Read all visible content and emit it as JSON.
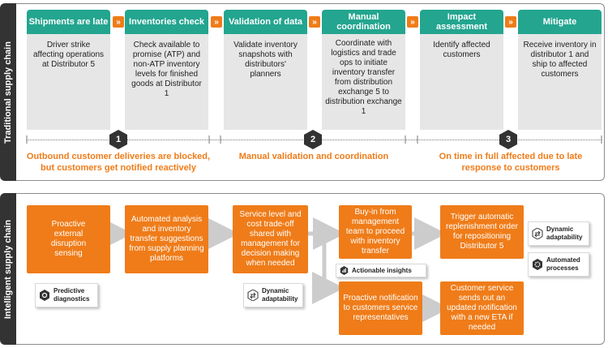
{
  "traditional": {
    "tab_label": "Traditional supply chain",
    "steps": [
      {
        "title": "Shipments are late",
        "body": "Driver strike affecting operations at Distributor 5"
      },
      {
        "title": "Inventories check",
        "body": "Check available to promise (ATP) and non-ATP inventory levels for finished goods at Distributor 1"
      },
      {
        "title": "Validation of data",
        "body": "Validate inventory snapshots with distributors' planners"
      },
      {
        "title": "Manual coordination",
        "body": "Coordinate with logistics and trade ops to initiate inventory transfer from distribution exchange 5 to distribution exchange 1"
      },
      {
        "title": "Impact assessment",
        "body": "Identify affected customers"
      },
      {
        "title": "Mitigate",
        "body": "Receive inventory in distributor 1 and ship to affected customers"
      }
    ],
    "chevron": "»",
    "markers": [
      "1",
      "2",
      "3"
    ],
    "outcomes": [
      "Outbound customer deliveries are blocked, but customers get notified reactively",
      "Manual validation and coordination",
      "On time in full affected due to late response to customers"
    ]
  },
  "intelligent": {
    "tab_label": "Intelligent supply chain",
    "boxes": [
      "Proactive external disruption sensing",
      "Automated analysis and inventory transfer suggestions from supply planning platforms",
      "Service level and cost trade-off shared with management for decision making when needed",
      "Buy-in from management team to proceed with inventory transfer",
      "Trigger automatic replenishment order for repositioning Distributor 5",
      "Proactive notification to customers service representatives",
      "Customer service sends out an updated notification with a new ETA if needed"
    ],
    "badges": [
      {
        "label": "Predictive diagnostics",
        "icon": "predictive-diagnostics-icon"
      },
      {
        "label": "Dynamic adaptability",
        "icon": "dynamic-adaptability-icon"
      },
      {
        "label": "Actionable insights",
        "icon": "actionable-insights-icon"
      },
      {
        "label": "Dynamic adaptability",
        "icon": "dynamic-adaptability-icon"
      },
      {
        "label": "Automated processes",
        "icon": "automated-processes-icon"
      }
    ]
  },
  "colors": {
    "teal": "#23a58f",
    "orange": "#ef7c19",
    "grey_fill": "#e6e6e6",
    "dark": "#333333"
  }
}
